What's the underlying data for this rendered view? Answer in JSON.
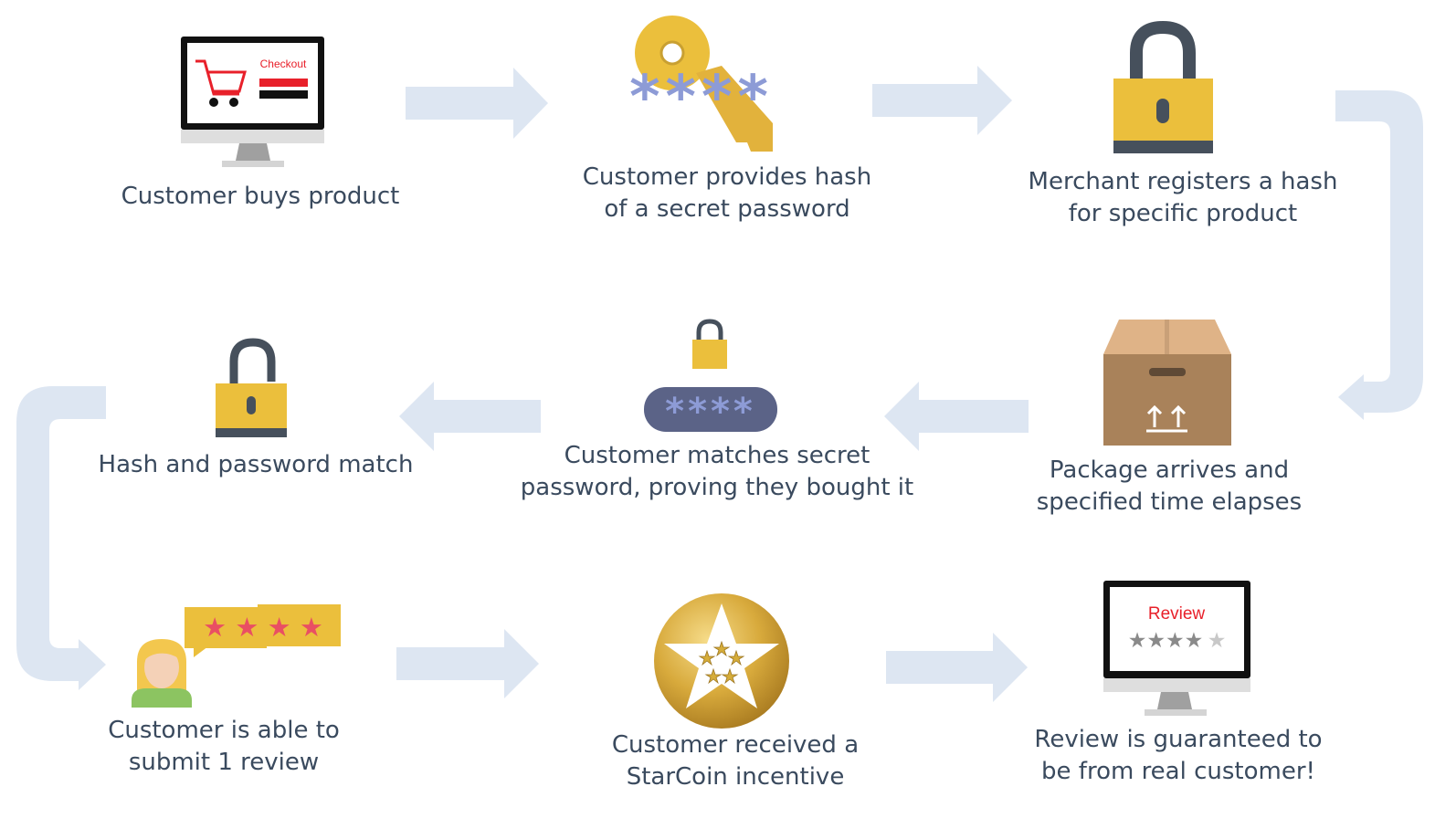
{
  "steps": {
    "buy": {
      "label": "Customer buys product",
      "screen_text": "Checkout"
    },
    "hash": {
      "label": "Customer provides hash\nof a secret password",
      "mask": "****"
    },
    "register": {
      "label": "Merchant registers a hash\nfor specific product"
    },
    "package": {
      "label": "Package arrives and\nspecified time elapses"
    },
    "matches": {
      "label": "Customer matches secret\npassword, proving they bought it",
      "mask": "****"
    },
    "match": {
      "label": "Hash and password match"
    },
    "submit": {
      "label": "Customer is able to\nsubmit 1 review",
      "stars": "★ ★ ★ ★"
    },
    "coin": {
      "label": "Customer received a\nStarCoin incentive"
    },
    "review": {
      "label": "Review is guaranteed to\nbe  from real customer!",
      "screen_title": "Review",
      "rating_filled": "★★★★",
      "rating_empty": "★"
    }
  },
  "colors": {
    "arrow": "#dde6f2",
    "text": "#3a4a5e",
    "lock_body": "#ebbf3c",
    "lock_dark": "#46505c",
    "accent_red": "#e8202a",
    "mask_blue": "#8d9bd6",
    "box_brown": "#a9825a",
    "coin_gold": "#d8aa3c"
  }
}
